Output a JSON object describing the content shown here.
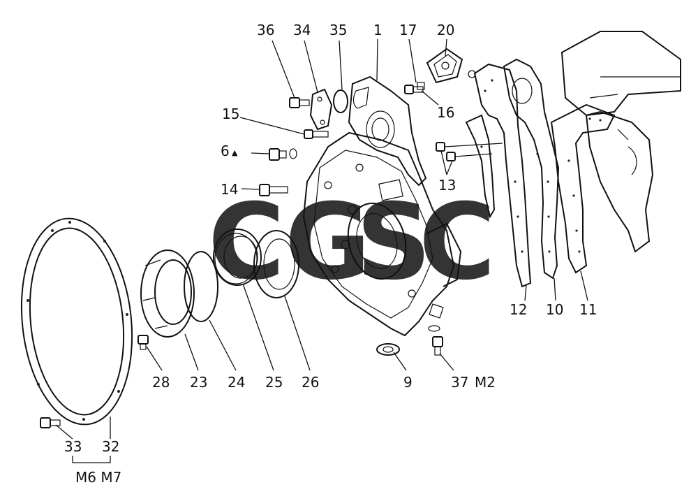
{
  "watermark": {
    "letters": [
      "C",
      "G",
      "S",
      "C"
    ],
    "colors": [
      "#4a86e8",
      "#e8605c",
      "#f2c94c",
      "#4fb37c"
    ]
  },
  "callouts": {
    "c36": "36",
    "c34": "34",
    "c35": "35",
    "c1": "1",
    "c17": "17",
    "c20": "20",
    "c16": "16",
    "c15": "15",
    "c6": "6",
    "c14": "14",
    "c13": "13",
    "c12": "12",
    "c10": "10",
    "c11": "11",
    "c28": "28",
    "c23": "23",
    "c24": "24",
    "c25": "25",
    "c26": "26",
    "c9": "9",
    "c37": "37",
    "c37_suffix": "M2",
    "c33": "33",
    "c32": "32",
    "group_label": "M6 M7"
  },
  "markers": {
    "triangle": "▲"
  }
}
